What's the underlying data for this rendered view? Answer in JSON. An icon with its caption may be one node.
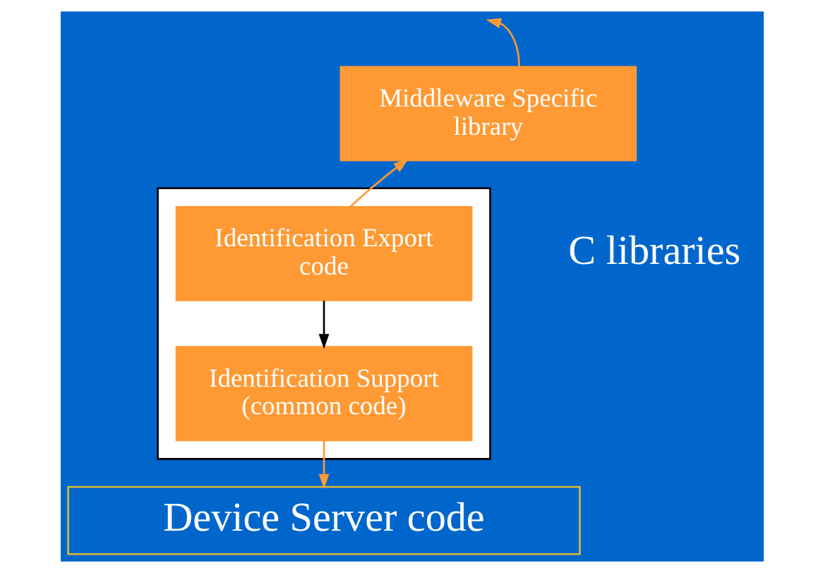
{
  "diagram": {
    "nodes": [
      {
        "text": [
          "Middleware Specific library"
        ]
      },
      {
        "text": [],
        "shape": "box"
      },
      {
        "text": [
          "Identification Export code"
        ],
        "in": 1
      },
      {
        "text": [
          "Identification Support (common code)"
        ],
        "in": 1
      },
      {
        "text": [
          "Device Server code"
        ]
      }
    ],
    "edges": [
      {
        "from": 0,
        "to": null,
        "arrow": "to"
      },
      {
        "from": 2,
        "to": 0,
        "arrow": "to"
      },
      {
        "from": 2,
        "to": 3,
        "arrow": "to",
        "color": "#000000"
      },
      {
        "from": 3,
        "to": 4,
        "arrow": "to"
      }
    ],
    "labels": [
      "C libraries"
    ]
  }
}
